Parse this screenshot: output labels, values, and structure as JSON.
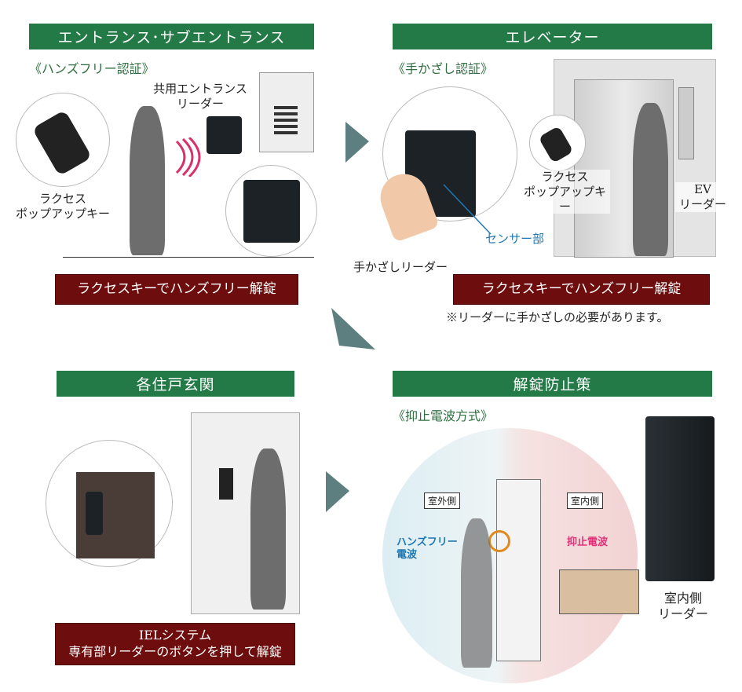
{
  "sections": {
    "entrance": {
      "title": "エントランス･サブエントランス",
      "subtitle": "《ハンズフリー認証》",
      "reader_label": [
        "共用エントランス",
        "リーダー"
      ],
      "key_label": [
        "ラクセス",
        "ポップアップキー"
      ],
      "caption": "ラクセスキーでハンズフリー解錠"
    },
    "elevator": {
      "title": "エレベーター",
      "subtitle": "《手かざし認証》",
      "hand_reader_label": "手かざしリーダー",
      "sensor_label": "センサー部",
      "key_label": [
        "ラクセス",
        "ポップアップキー"
      ],
      "ev_label": [
        "EV",
        "リーダー"
      ],
      "caption": "ラクセスキーでハンズフリー解錠",
      "note": "※リーダーに手かざしの必要があります。"
    },
    "unit_door": {
      "title": "各住戸玄関",
      "caption": [
        "IELシステム",
        "専有部リーダーのボタンを押して解錠"
      ]
    },
    "prevention": {
      "title": "解錠防止策",
      "subtitle": "《抑止電波方式》",
      "outside_label": "室外側",
      "inside_label": "室内側",
      "handsfree_wave": [
        "ハンズフリー",
        "電波"
      ],
      "deterrent_wave": "抑止電波",
      "reader_label": [
        "室内側",
        "リーダー"
      ]
    }
  },
  "colors": {
    "header": "#237a47",
    "caption": "#6e0d0d",
    "arrow": "#5e7f80",
    "blue": "#1f78b4",
    "pink": "#e0337a"
  }
}
